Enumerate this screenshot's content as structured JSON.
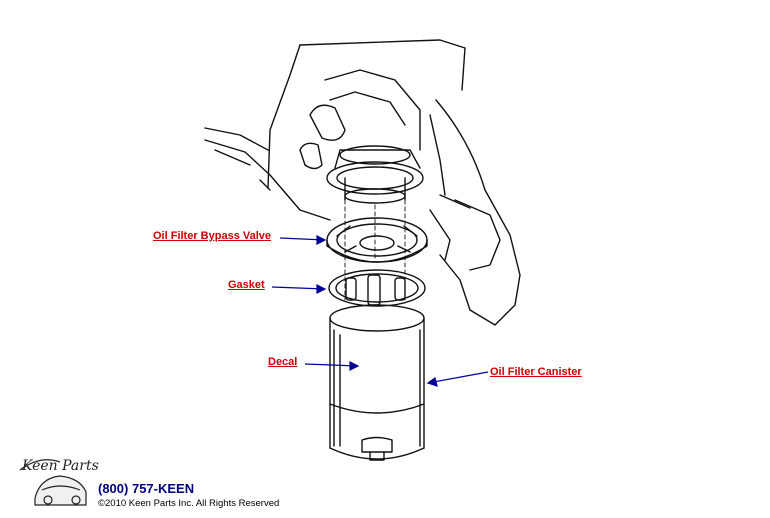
{
  "callouts": {
    "bypass_valve": "Oil Filter Bypass Valve",
    "gasket": "Gasket",
    "decal": "Decal",
    "canister": "Oil Filter Canister"
  },
  "footer": {
    "logo_text": "Keen Parts",
    "phone": "(800) 757-KEEN",
    "copyright": "©2010 Keen Parts Inc. All Rights Reserved"
  },
  "colors": {
    "label": "#cc0000",
    "leader": "#000099",
    "phone": "#000080",
    "line_art": "#111111"
  }
}
